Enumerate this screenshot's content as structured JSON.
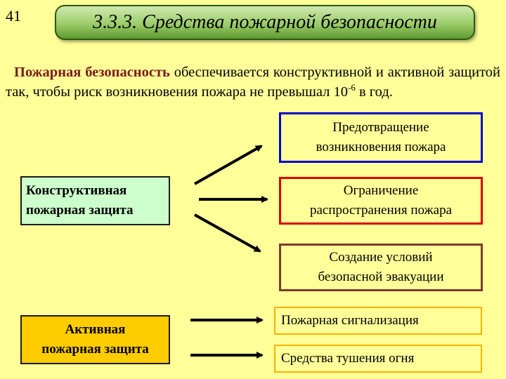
{
  "slide_number": "41",
  "title": "3.3.3. Средства пожарной безопасности",
  "intro": {
    "term": "Пожарная безопасность",
    "text_before_exp": " обеспечивается конструктивной и активной защитой так, чтобы риск возникновения пожара не превышал 10",
    "exponent": "-6",
    "text_after_exp": " в год."
  },
  "constructive": {
    "label_line1": "Конструктивная",
    "label_line2": "пожарная защита",
    "targets": [
      {
        "line1": "Предотвращение",
        "line2": "возникновения пожара",
        "border_color": "#0000cc"
      },
      {
        "line1": "Ограничение",
        "line2": "распространения пожара",
        "border_color": "#dd0000"
      },
      {
        "line1": "Создание условий",
        "line2": "безопасной эвакуации",
        "border_color": "#7a3b2e"
      }
    ]
  },
  "active": {
    "label_line1": "Активная",
    "label_line2": "пожарная защита",
    "targets": [
      {
        "label": "Пожарная сигнализация"
      },
      {
        "label": "Средства тушения огня"
      }
    ]
  },
  "colors": {
    "background": "#ffff99",
    "constructive_fill": "#ccffcc",
    "active_fill": "#ffcc00",
    "small_box_border": "#ffb000",
    "title_banner": "#9ccc6a"
  }
}
